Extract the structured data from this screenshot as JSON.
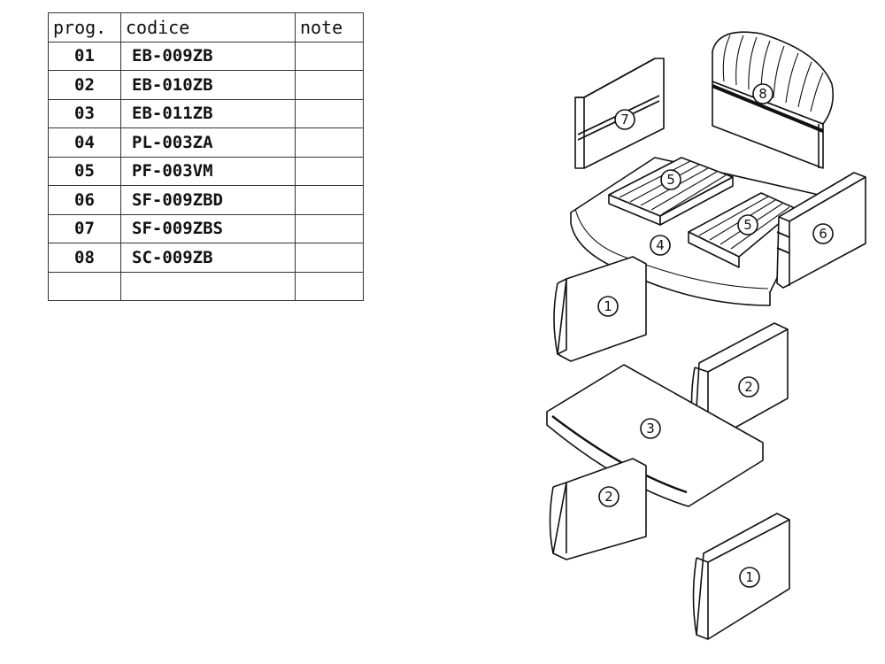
{
  "table": {
    "headers": [
      "prog.",
      "codice",
      "note"
    ],
    "rows": [
      {
        "prog": "01",
        "code": "EB-009ZB",
        "note": ""
      },
      {
        "prog": "02",
        "code": "EB-010ZB",
        "note": ""
      },
      {
        "prog": "03",
        "code": "EB-011ZB",
        "note": ""
      },
      {
        "prog": "04",
        "code": "PL-003ZA",
        "note": ""
      },
      {
        "prog": "05",
        "code": "PF-003VM",
        "note": ""
      },
      {
        "prog": "06",
        "code": "SF-009ZBD",
        "note": ""
      },
      {
        "prog": "07",
        "code": "SF-009ZBS",
        "note": ""
      },
      {
        "prog": "08",
        "code": "SC-009ZB",
        "note": ""
      },
      {
        "prog": "",
        "code": "",
        "note": ""
      }
    ]
  },
  "diagram": {
    "part_labels": [
      "1",
      "2",
      "3",
      "4",
      "5",
      "6",
      "7",
      "8"
    ]
  }
}
